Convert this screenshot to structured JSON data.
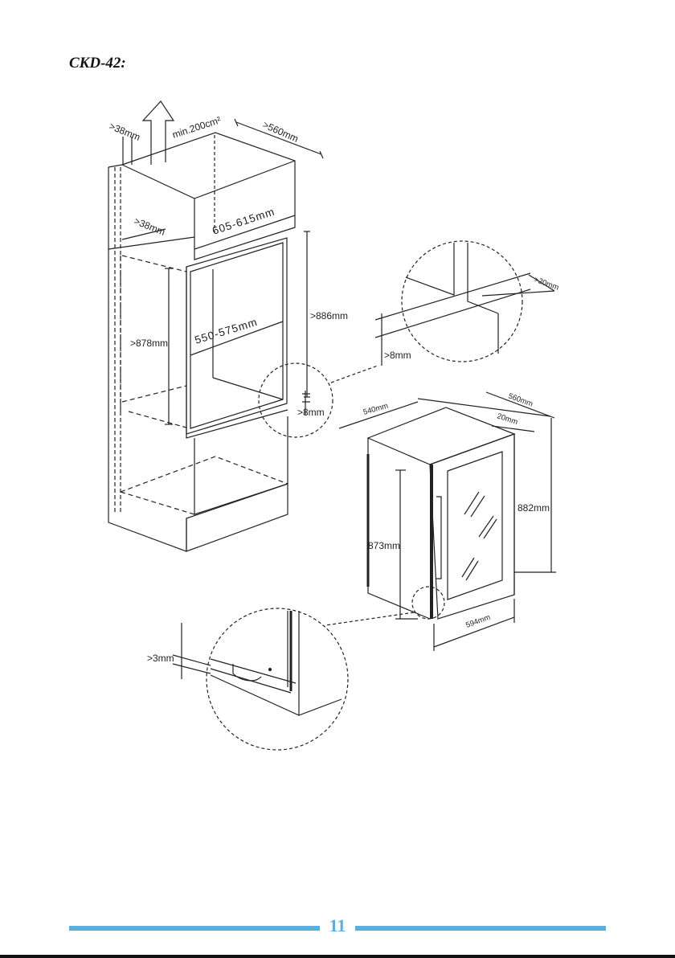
{
  "title": "CKD-42:",
  "cabinet_dims": {
    "top_gap": ">38mm",
    "vent_area": "min.200cm²",
    "depth": ">560mm",
    "side_gap": ">38mm",
    "outer_width": "605-615mm",
    "inner_width": "550-575mm",
    "inner_height": ">878mm",
    "outer_height": ">886mm",
    "bottom_gap": ">8mm"
  },
  "detail_top": {
    "gap": ">20mm",
    "bottom": ">8mm"
  },
  "appliance_dims": {
    "width": "540mm",
    "depth": "560mm",
    "door": "20mm",
    "total_height": "882mm",
    "body_height": "873mm",
    "front_width": "594mm"
  },
  "detail_bottom": {
    "gap": ">3mm"
  },
  "page_number": "11",
  "colors": {
    "accent": "#5aaee0",
    "ink": "#222222"
  }
}
